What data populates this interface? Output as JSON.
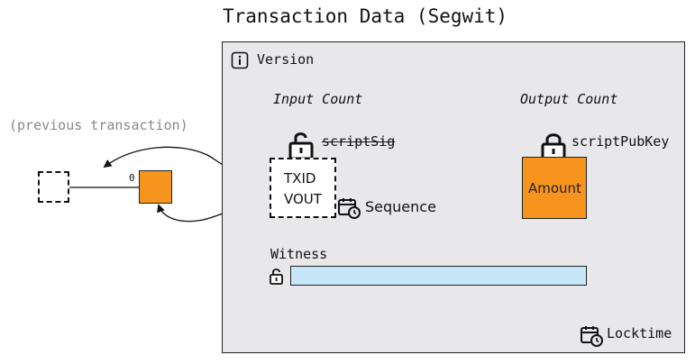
{
  "title": "Transaction Data (Segwit)",
  "version": {
    "label": "Version"
  },
  "inputs": {
    "heading": "Input Count",
    "script_label": "scriptSig",
    "fields": [
      "TXID",
      "VOUT"
    ],
    "sequence_label": "Sequence",
    "witness_label": "Witness"
  },
  "outputs": {
    "heading": "Output Count",
    "script_label": "scriptPubKey",
    "amount_label": "Amount"
  },
  "previous_transaction": {
    "label": "(previous transaction)",
    "output_index": "0"
  },
  "locktime": {
    "label": "Locktime"
  },
  "colors": {
    "output_fill": "#f7941d",
    "witness_fill": "#c8e6fa",
    "transaction_background": "#e8e8eb"
  },
  "icons": [
    "info-icon",
    "unlocked-padlock-icon",
    "locked-padlock-icon",
    "calendar-clock-icon"
  ]
}
